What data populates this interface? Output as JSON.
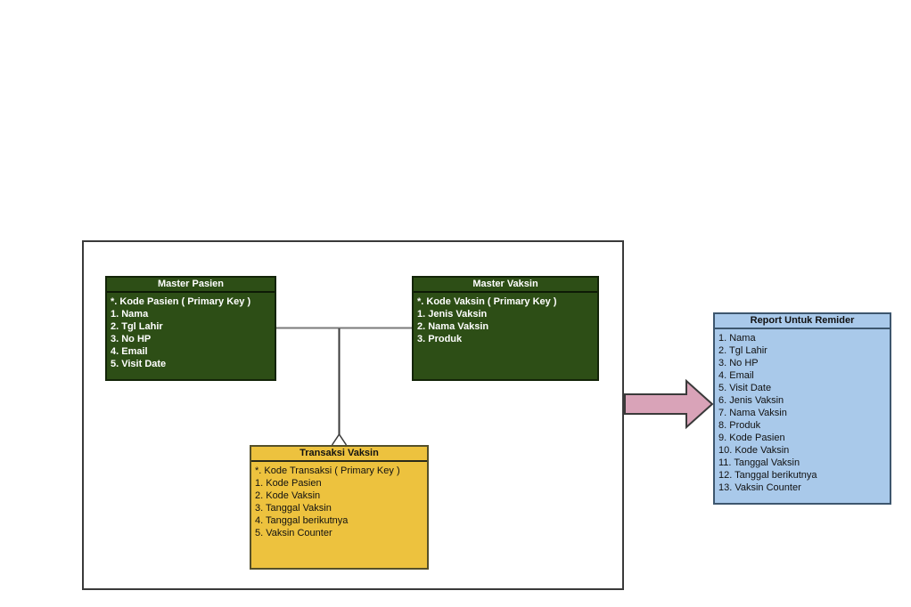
{
  "diagram": {
    "entities": {
      "master_pasien": {
        "title": "Master Pasien",
        "fields": [
          "*. Kode Pasien ( Primary Key )",
          "1. Nama",
          "2. Tgl Lahir",
          "3. No HP",
          "4. Email",
          "5. Visit Date"
        ]
      },
      "master_vaksin": {
        "title": "Master Vaksin",
        "fields": [
          "*. Kode Vaksin ( Primary Key )",
          "1. Jenis Vaksin",
          "2. Nama Vaksin",
          "3. Produk"
        ]
      },
      "transaksi_vaksin": {
        "title": "Transaksi Vaksin",
        "fields": [
          "*. Kode Transaksi ( Primary Key )",
          "1. Kode Pasien",
          "2. Kode Vaksin",
          "3. Tanggal Vaksin",
          "4. Tanggal berikutnya",
          "5. Vaksin Counter"
        ]
      },
      "report": {
        "title": "Report Untuk Remider",
        "fields": [
          "1. Nama",
          "2. Tgl Lahir",
          "3. No HP",
          "4. Email",
          "5. Visit Date",
          "6. Jenis Vaksin",
          "7. Nama Vaksin",
          "8. Produk",
          "9. Kode Pasien",
          "10. Kode Vaksin",
          "11. Tanggal Vaksin",
          "12. Tanggal berikutnya",
          "13. Vaksin Counter"
        ]
      }
    },
    "colors": {
      "master_table_fill": "#2d4e16",
      "master_table_text": "#ffffff",
      "transaction_table_fill": "#edc23e",
      "report_table_fill": "#a9c9ea",
      "report_table_border": "#3d566e",
      "flow_arrow_fill": "#d9a3b8",
      "outline_color": "#3a3a3a",
      "connector_color": "#7a7a7a"
    }
  }
}
